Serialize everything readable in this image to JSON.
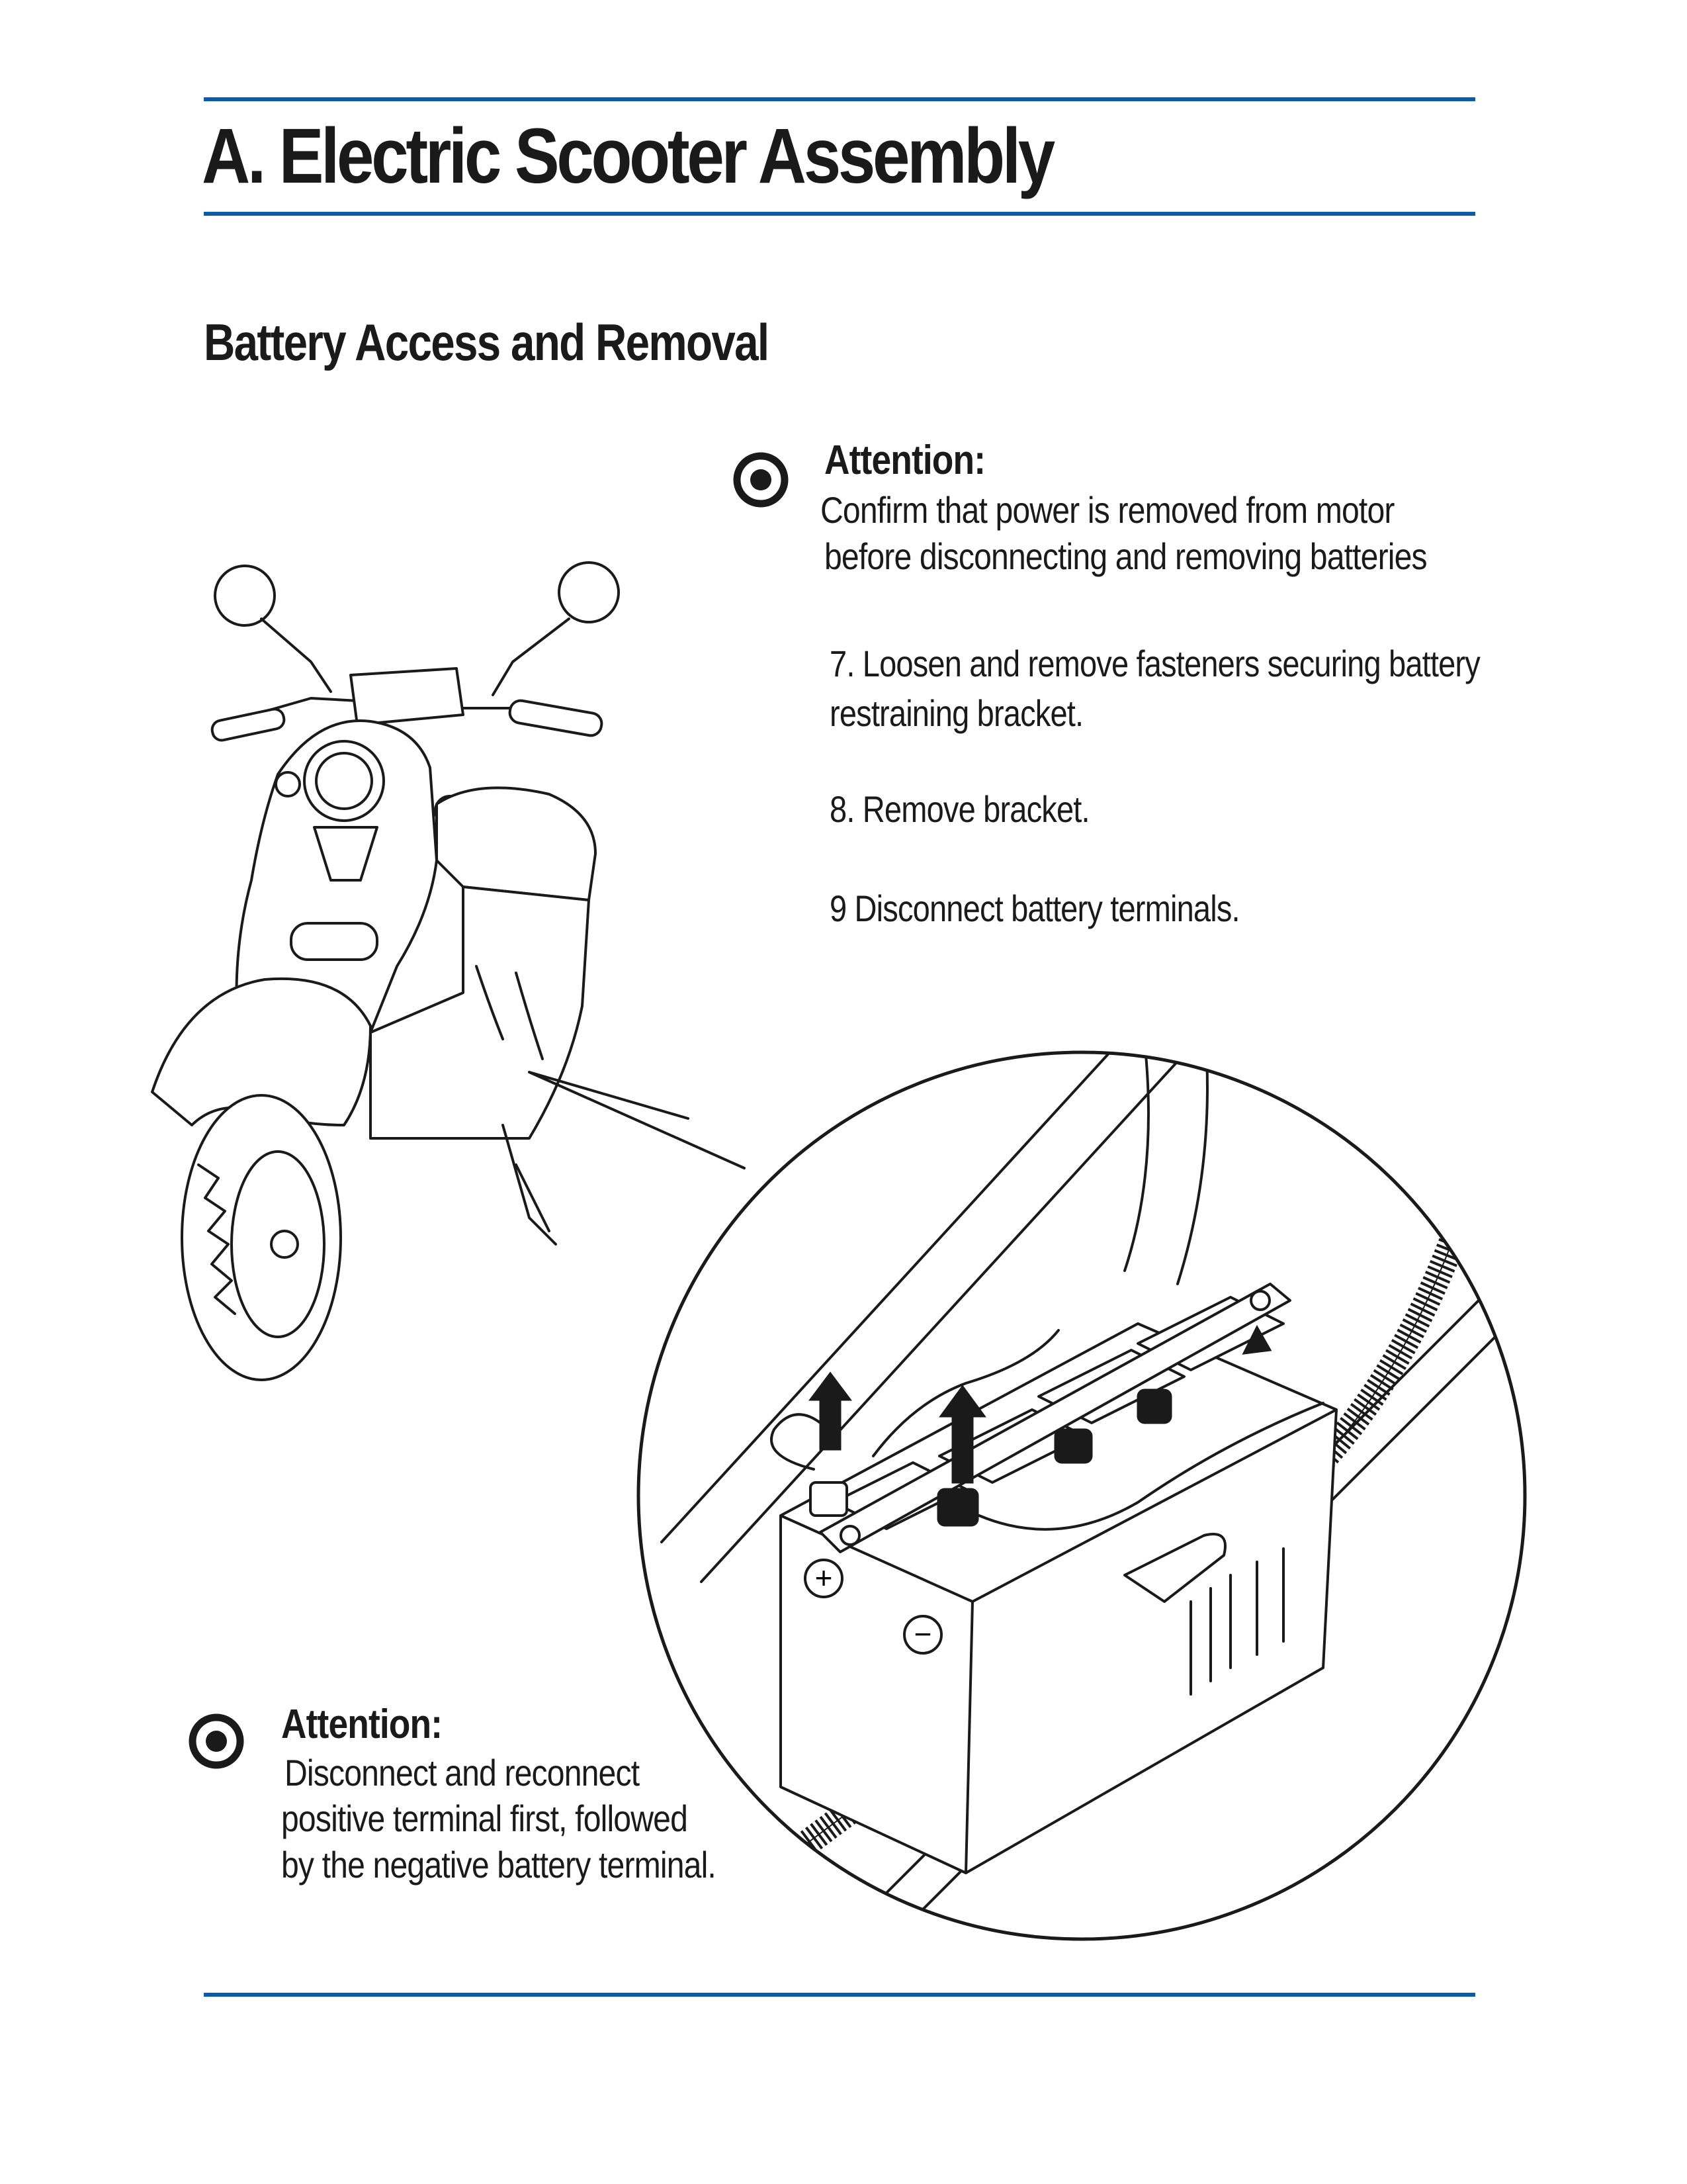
{
  "header": {
    "title": "A. Electric Scooter Assembly",
    "rule_color": "#0B5CA8"
  },
  "section": {
    "subtitle": "Battery Access and Removal"
  },
  "attention_top": {
    "icon": "attention-target-icon",
    "title": "Attention:",
    "lines": [
      "Confirm that power is removed from motor",
      "before disconnecting and removing batteries"
    ]
  },
  "steps": [
    {
      "lines": [
        "7. Loosen and remove fasteners securing battery",
        "restraining bracket."
      ]
    },
    {
      "lines": [
        "8. Remove bracket."
      ]
    },
    {
      "lines": [
        "9 Disconnect battery terminals."
      ]
    }
  ],
  "attention_bottom": {
    "icon": "attention-target-icon",
    "title": "Attention:",
    "lines": [
      "Disconnect and reconnect",
      "positive terminal first, followed",
      "by the negative battery terminal."
    ]
  },
  "illustration": {
    "scooter": "scooter-line-drawing",
    "detail": "battery-compartment-detail",
    "terminal_labels": {
      "positive": "+",
      "negative": "−"
    }
  }
}
